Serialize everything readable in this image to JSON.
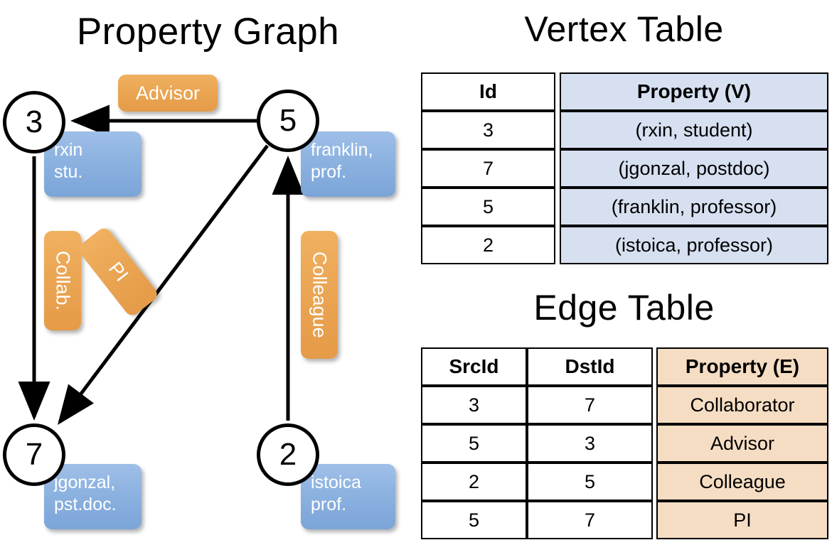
{
  "titles": {
    "property_graph": "Property Graph",
    "vertex_table": "Vertex Table",
    "edge_table": "Edge Table"
  },
  "graph": {
    "nodes": [
      {
        "id": "3",
        "name": "rxin",
        "role": "stu.",
        "label_lines": [
          "rxin",
          "stu."
        ]
      },
      {
        "id": "5",
        "name": "franklin",
        "role": "prof.",
        "label_lines": [
          "franklin,",
          "prof."
        ]
      },
      {
        "id": "7",
        "name": "jgonzal",
        "role": "pst.doc.",
        "label_lines": [
          "jgonzal,",
          "pst.doc."
        ]
      },
      {
        "id": "2",
        "name": "istoica",
        "role": "prof.",
        "label_lines": [
          "istoica",
          "prof."
        ]
      }
    ],
    "edge_labels": [
      {
        "key": "advisor",
        "text": "Advisor",
        "orientation": "horizontal"
      },
      {
        "key": "collab",
        "text": "Collab.",
        "orientation": "vertical"
      },
      {
        "key": "pi",
        "text": "PI",
        "orientation": "rotated"
      },
      {
        "key": "colleague",
        "text": "Colleague",
        "orientation": "vertical"
      }
    ],
    "edges": [
      {
        "from": "5",
        "to": "3",
        "label": "Advisor"
      },
      {
        "from": "3",
        "to": "7",
        "label": "Collab."
      },
      {
        "from": "5",
        "to": "7",
        "label": "PI"
      },
      {
        "from": "2",
        "to": "5",
        "label": "Colleague"
      }
    ]
  },
  "vertex_table": {
    "headers": [
      "Id",
      "Property (V)"
    ],
    "rows": [
      {
        "id": "3",
        "property": "(rxin, student)"
      },
      {
        "id": "7",
        "property": "(jgonzal, postdoc)"
      },
      {
        "id": "5",
        "property": "(franklin, professor)"
      },
      {
        "id": "2",
        "property": "(istoica, professor)"
      }
    ]
  },
  "edge_table": {
    "headers": [
      "SrcId",
      "DstId",
      "Property (E)"
    ],
    "rows": [
      {
        "src": "3",
        "dst": "7",
        "property": "Collaborator"
      },
      {
        "src": "5",
        "dst": "3",
        "property": "Advisor"
      },
      {
        "src": "2",
        "dst": "5",
        "property": "Colleague"
      },
      {
        "src": "5",
        "dst": "7",
        "property": "PI"
      }
    ]
  },
  "colors": {
    "vertex_property_fill": "#d6e0f0",
    "edge_property_fill": "#f5ddc3",
    "node_box_blue": "#8cb2e0",
    "edge_label_orange": "#eaa553",
    "stroke": "#000000",
    "background": "#ffffff"
  }
}
